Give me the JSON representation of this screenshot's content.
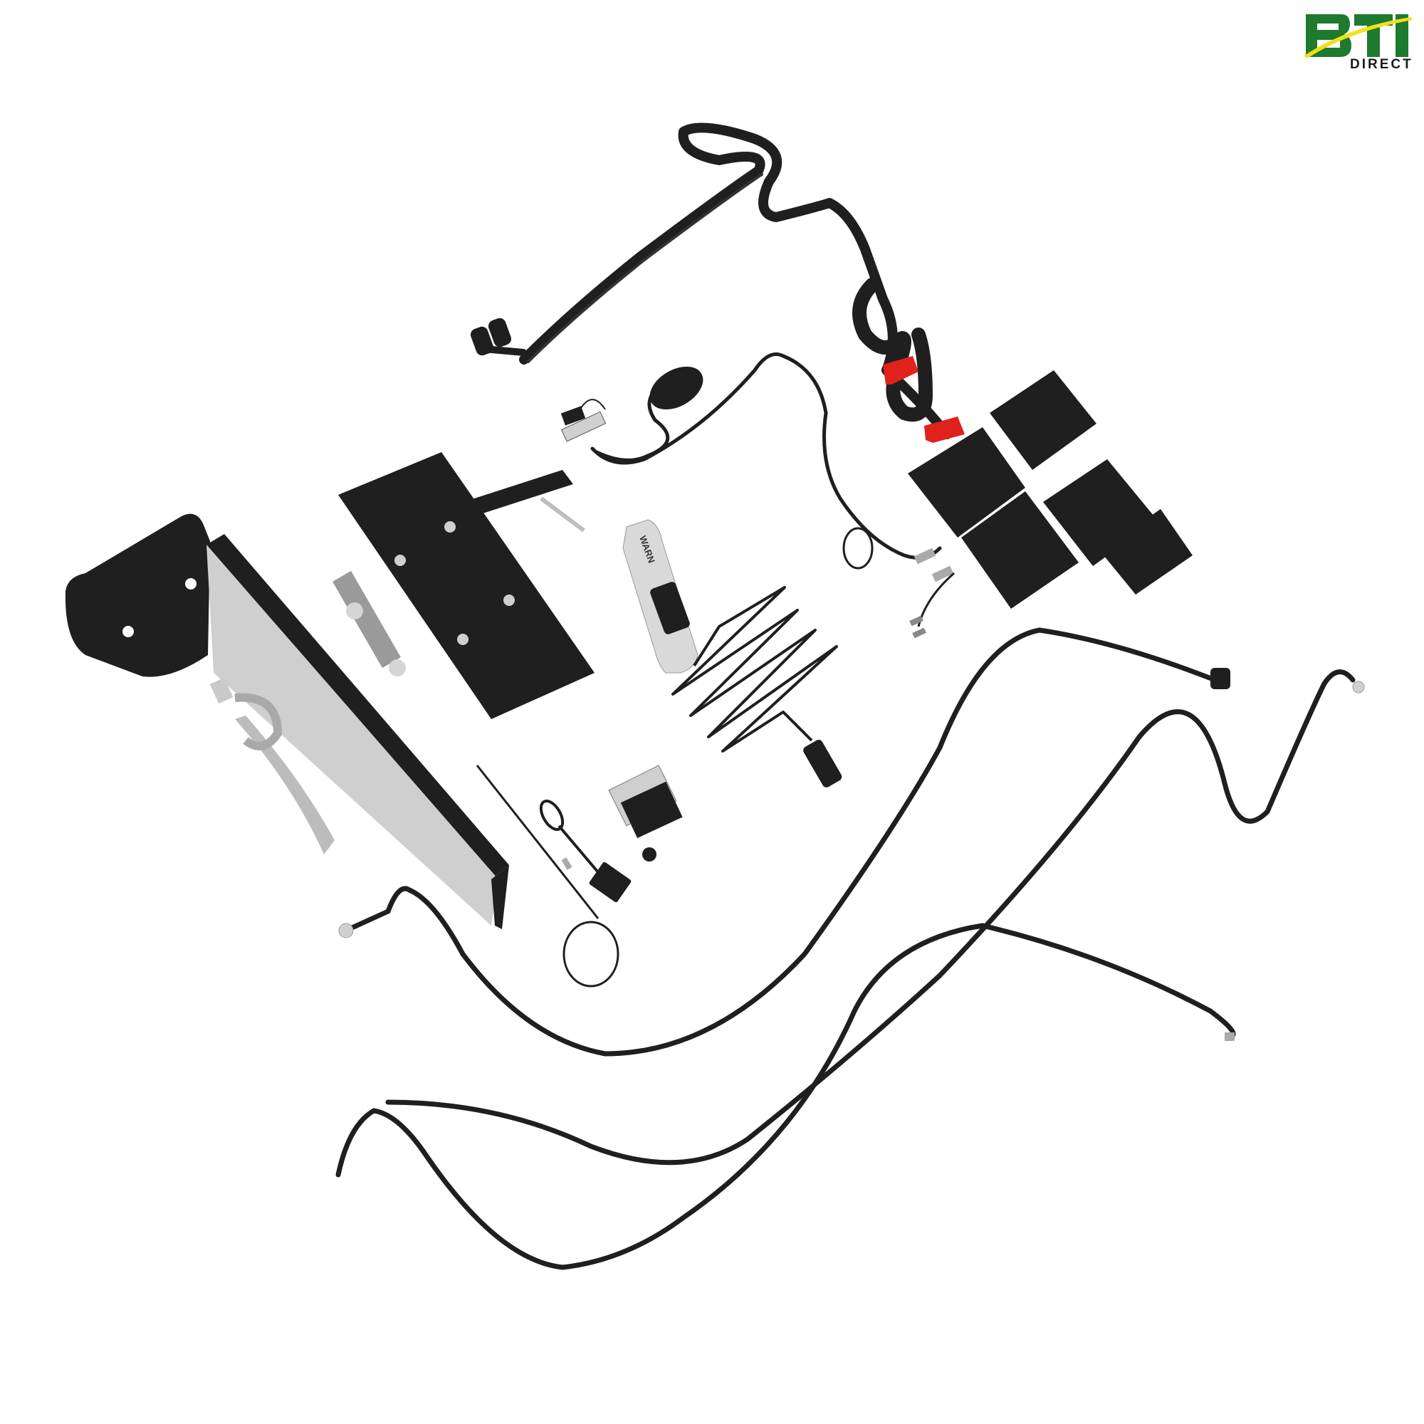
{
  "logo": {
    "brand": "BTI",
    "sub": "DIRECT",
    "colors": {
      "green": "#1e7a2e",
      "yellow": "#f2e01c",
      "text": "#1a1a1a"
    }
  },
  "product": {
    "remote_label": "WARN",
    "components": [
      "winch-mount-bracket",
      "fairlead-mount-plate",
      "winch-mounting-plate-with-roller-fairlead",
      "hook-strap",
      "wiring-harness-with-red-terminal-covers",
      "contactor-harness-with-coiled-wire",
      "handheld-remote-control",
      "remote-coiled-cord-with-plug",
      "contactor-assembly",
      "cable-tie",
      "ring-terminal-ground-cable",
      "adhesive-pads",
      "power-cables",
      "battery-lead-with-ring-terminal",
      "plug-cap-with-lanyard",
      "screw"
    ],
    "colors": {
      "part_black": "#1f1f1f",
      "metal": "#c8c8c8",
      "terminal_red": "#e0211c"
    }
  }
}
